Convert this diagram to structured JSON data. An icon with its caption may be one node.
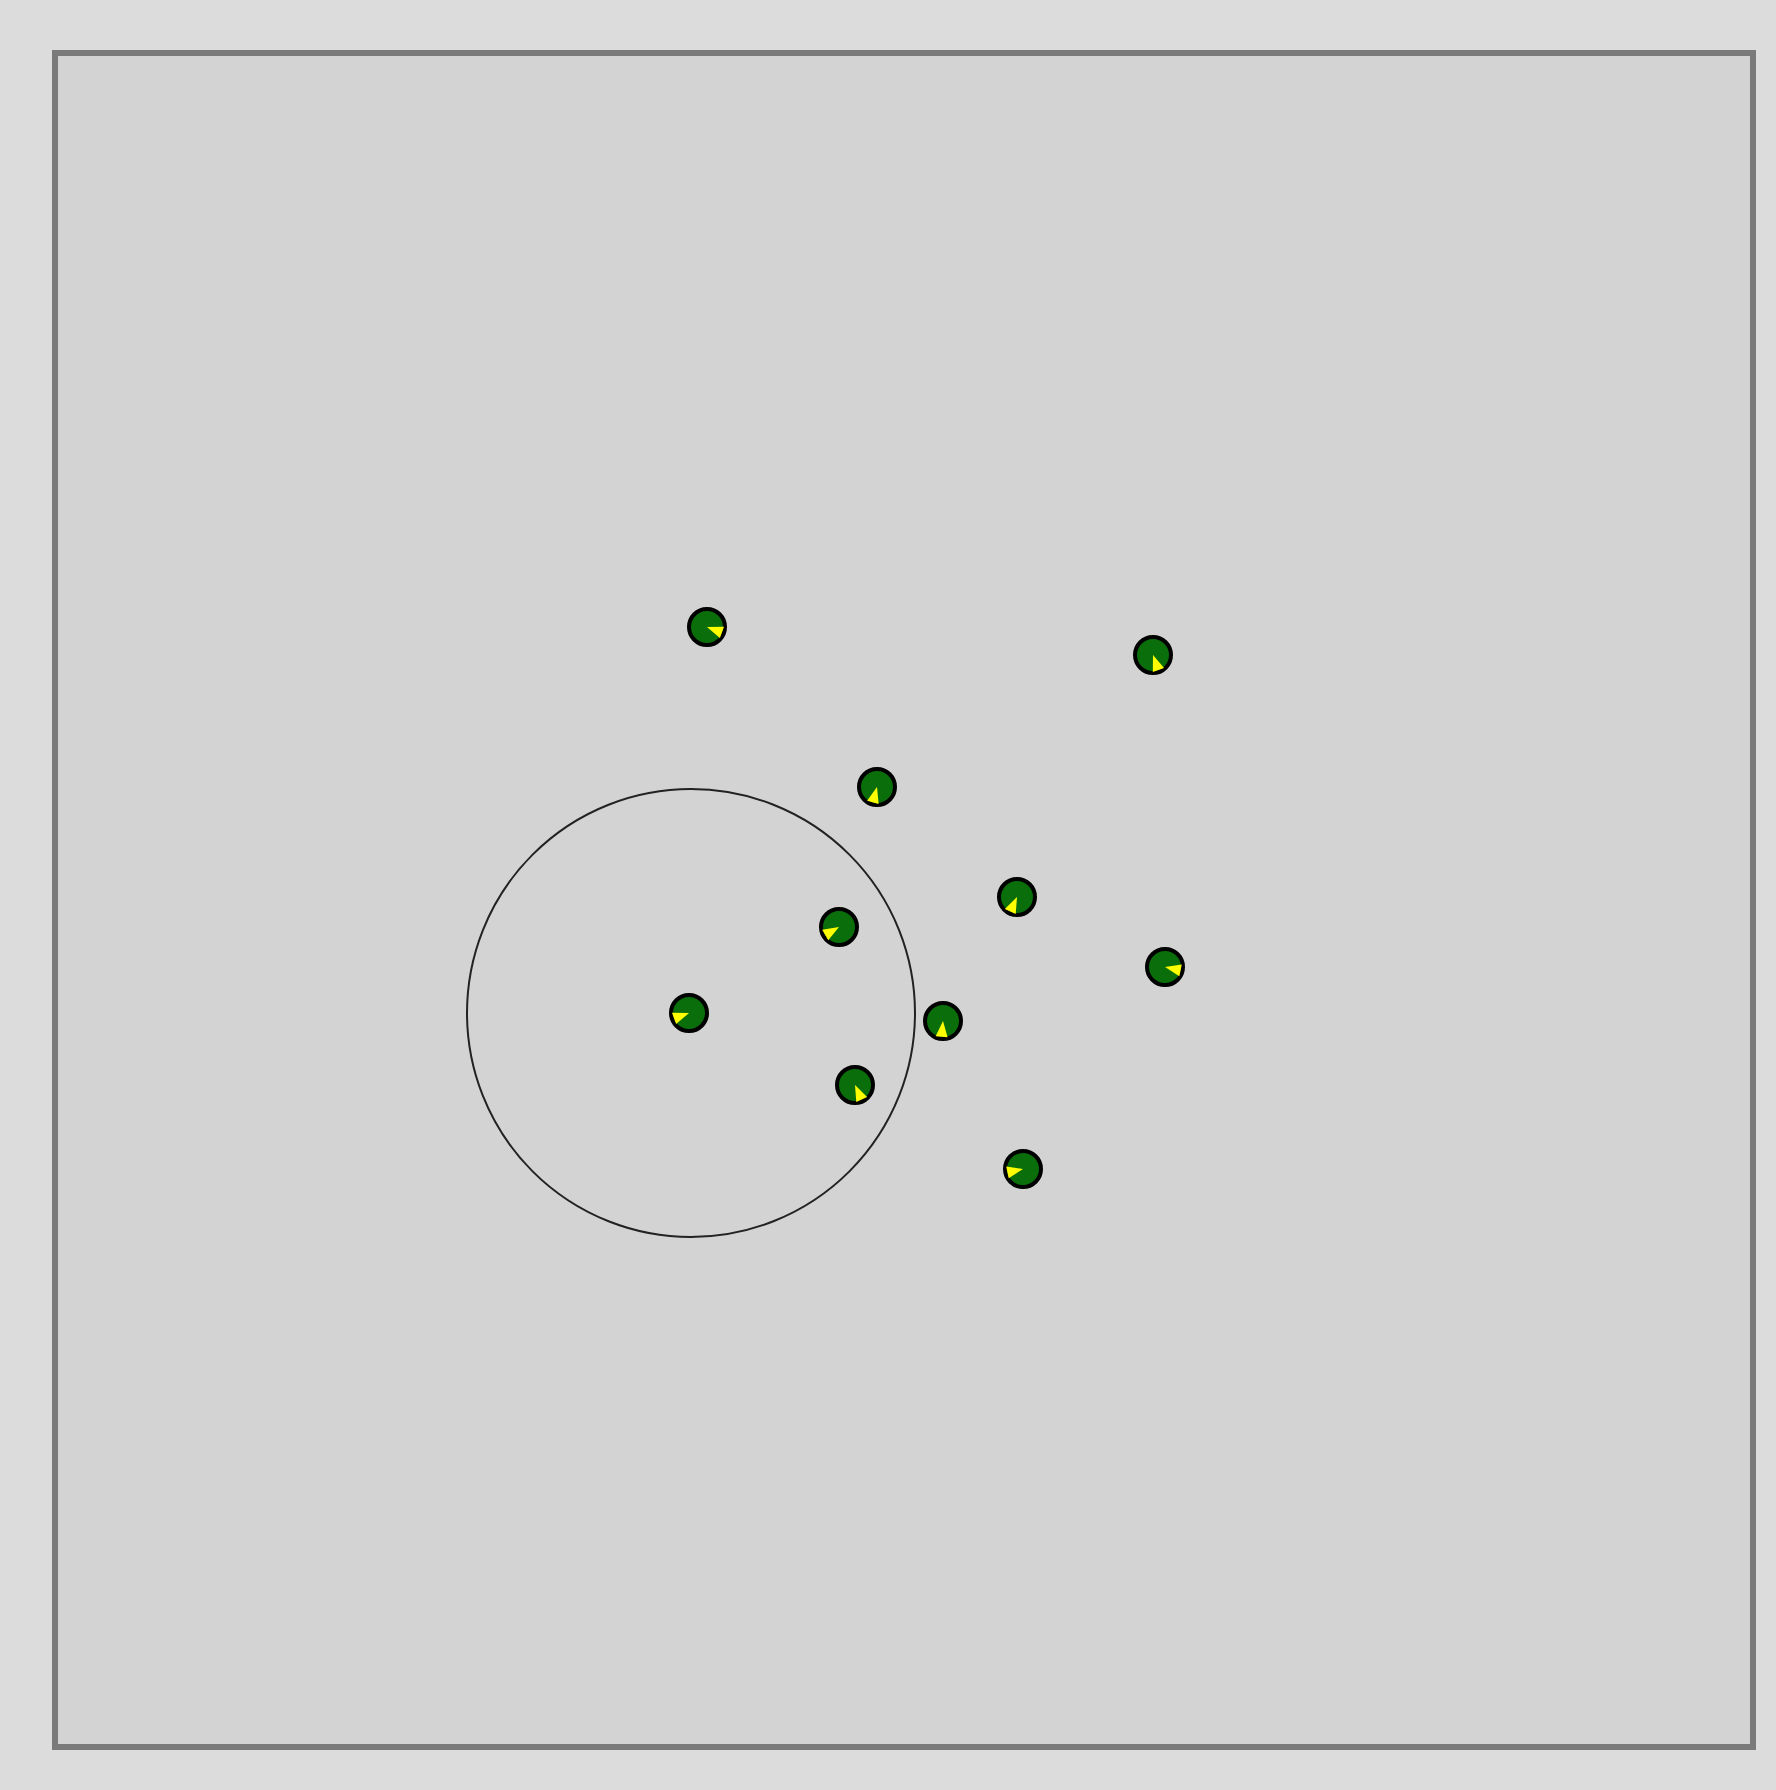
{
  "diagram": {
    "nodes": [
      {
        "text": [],
        "shape": "circle"
      },
      {
        "text": [],
        "shape": "circle"
      },
      {
        "text": [],
        "shape": "circle"
      },
      {
        "text": [],
        "shape": "circle"
      },
      {
        "text": [],
        "shape": "circle",
        "in": 3
      },
      {
        "text": [],
        "shape": "circle",
        "in": 3
      },
      {
        "text": [],
        "shape": "circle",
        "in": 3
      },
      {
        "text": [],
        "shape": "circle"
      },
      {
        "text": [],
        "shape": "circle"
      },
      {
        "text": [],
        "shape": "circle"
      },
      {
        "text": [],
        "shape": "circle"
      }
    ]
  }
}
